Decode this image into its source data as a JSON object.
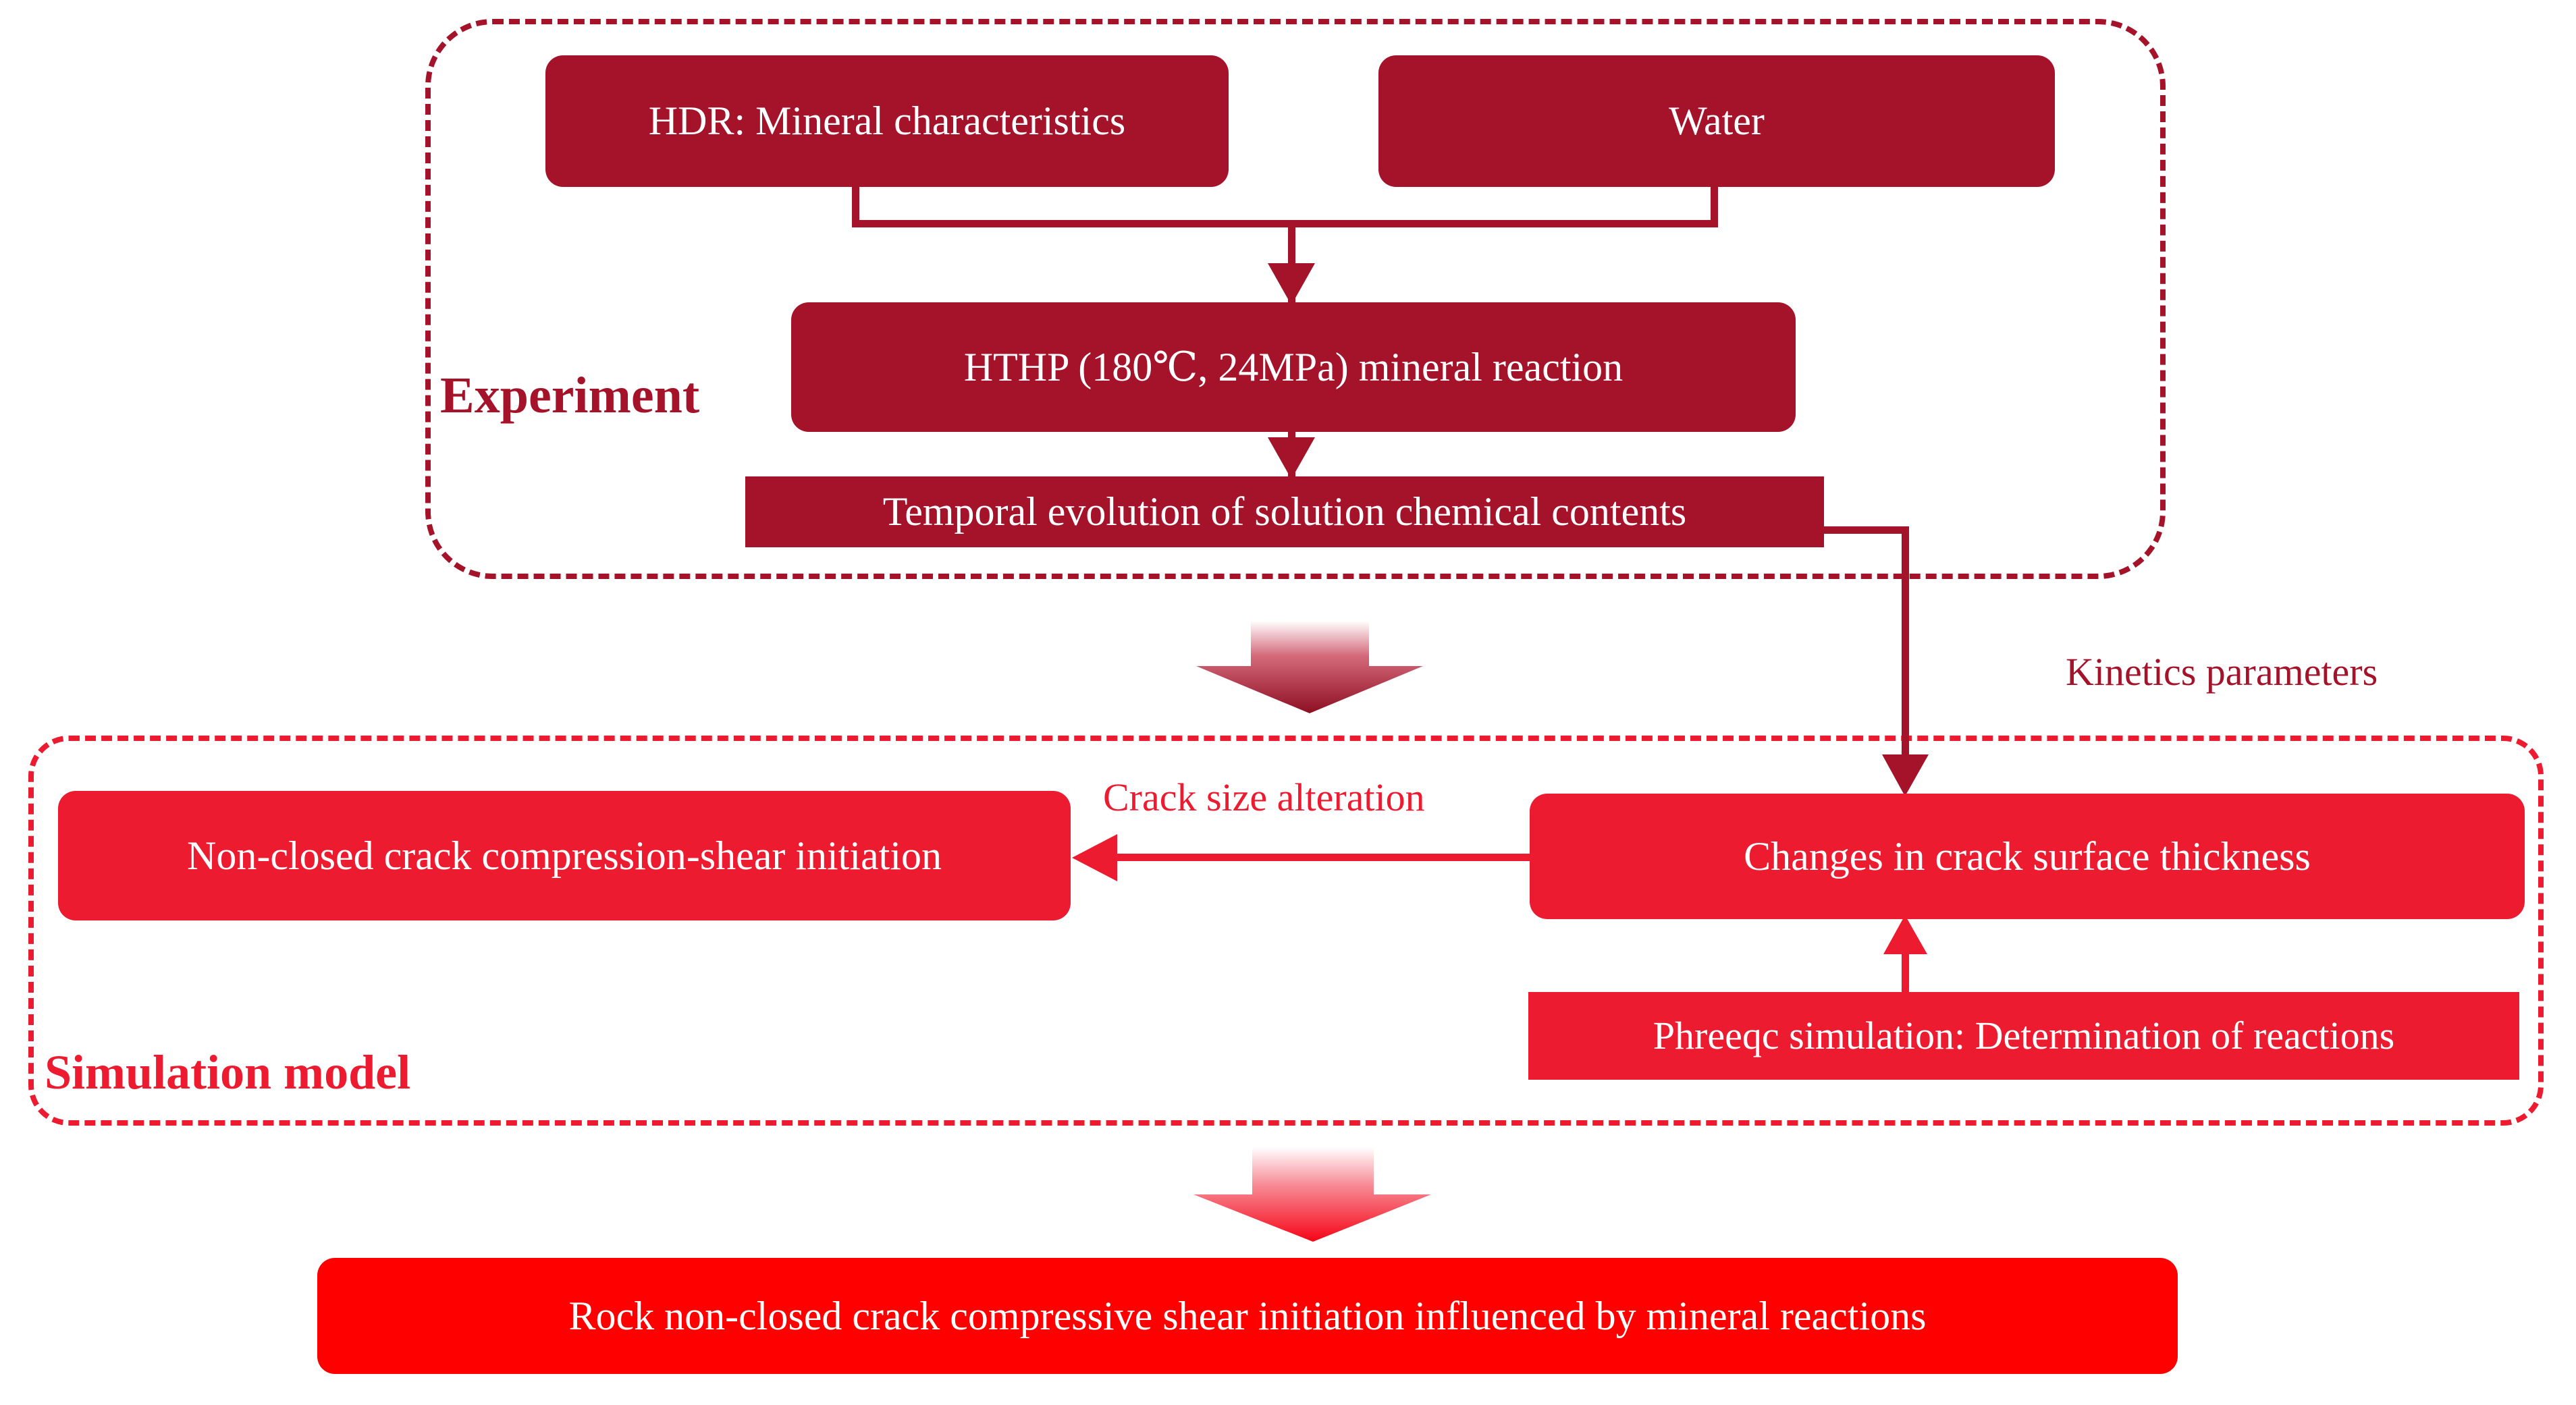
{
  "diagram": {
    "title_text": "",
    "colors": {
      "dark_red": "#A4132A",
      "bright_red": "#ED1B2F",
      "pure_red": "#FE0000",
      "white": "#FFFFFF"
    },
    "sections": [
      {
        "id": "experiment",
        "label": "Experiment",
        "label_color": "#A4132A",
        "border_style": "dashed",
        "border_color": "#A4132A"
      },
      {
        "id": "simulation",
        "label": "Simulation model",
        "label_color": "#ED1B2F",
        "border_style": "dashed",
        "border_color": "#ED1B2F"
      }
    ],
    "nodes": [
      {
        "id": "hdr",
        "label": "HDR: Mineral characteristics",
        "fill": "#A4132A",
        "shape": "rounded"
      },
      {
        "id": "water",
        "label": "Water",
        "fill": "#A4132A",
        "shape": "rounded"
      },
      {
        "id": "hthp",
        "label": "HTHP (180℃, 24MPa) mineral reaction",
        "fill": "#A4132A",
        "shape": "rounded"
      },
      {
        "id": "temporal",
        "label": "Temporal evolution of solution chemical contents",
        "fill": "#A4132A",
        "shape": "sharp"
      },
      {
        "id": "nonclosed",
        "label": "Non-closed crack compression-shear initiation",
        "fill": "#ED1B2F",
        "shape": "rounded"
      },
      {
        "id": "changes",
        "label": "Changes in crack surface thickness",
        "fill": "#ED1B2F",
        "shape": "rounded"
      },
      {
        "id": "phreeqc",
        "label": "Phreeqc simulation: Determination of reactions",
        "fill": "#ED1B2F",
        "shape": "sharp"
      },
      {
        "id": "outcome",
        "label": "Rock non-closed crack compressive shear initiation influenced by mineral reactions",
        "fill": "#FE0000",
        "shape": "rounded"
      }
    ],
    "edge_labels": [
      {
        "id": "kinetics",
        "label": "Kinetics parameters",
        "color": "#A4132A"
      },
      {
        "id": "cracksize",
        "label": "Crack size alteration",
        "color": "#ED1B2F"
      }
    ],
    "block_arrows": [
      {
        "id": "experiment-to-simulation",
        "direction": "down",
        "gradient_from": "#FFFFFF",
        "gradient_to": "#8E0F22"
      },
      {
        "id": "simulation-to-outcome",
        "direction": "down",
        "gradient_from": "#FFFFFF",
        "gradient_to": "#F50516"
      }
    ]
  }
}
